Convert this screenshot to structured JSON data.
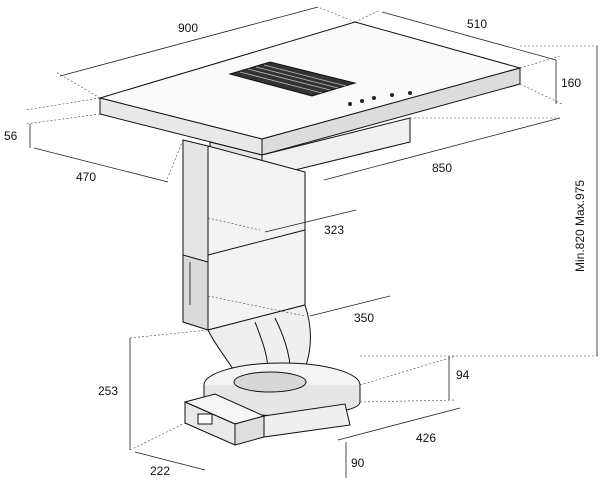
{
  "dimensions": {
    "width_top": "900",
    "depth_top": "510",
    "height_top": "160",
    "thickness": "56",
    "offset_left": "470",
    "length_850": "850",
    "duct_323": "323",
    "duct_350": "350",
    "range_vertical": "Min.820   Max.975",
    "base_height": "253",
    "motor_height": "94",
    "motor_depth": "426",
    "outlet_height": "90",
    "outlet_width": "222"
  },
  "colors": {
    "outline": "#111111",
    "fill_light": "#f2f2f2",
    "fill_dark": "#d9d9d9"
  }
}
